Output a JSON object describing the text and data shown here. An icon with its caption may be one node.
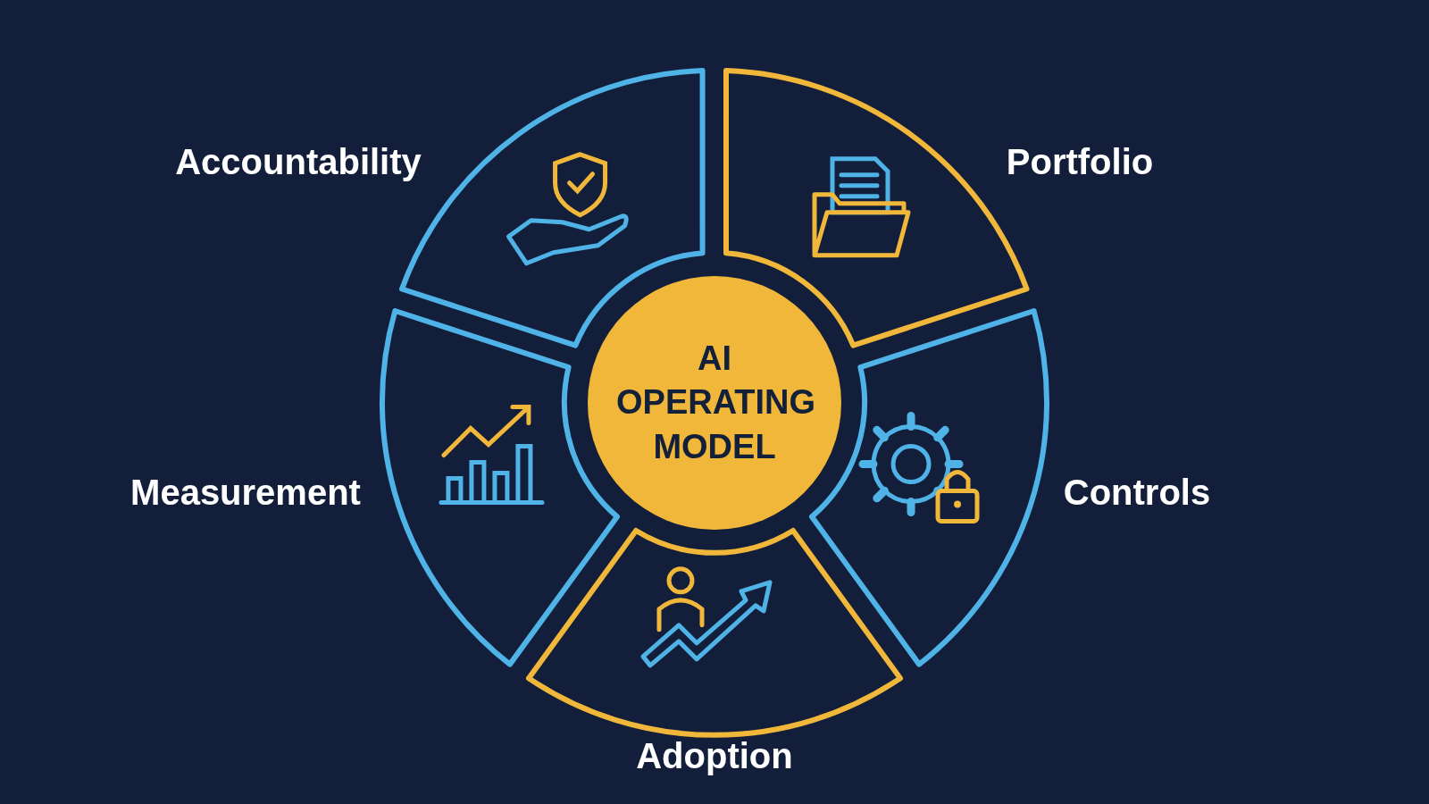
{
  "diagram": {
    "nodes": [
      {
        "text": [
          "AI OPERATING MODEL"
        ]
      },
      {
        "text": [
          "Accountability"
        ]
      },
      {
        "text": [
          "Portfolio"
        ]
      },
      {
        "text": [
          "Controls"
        ]
      },
      {
        "text": [
          "Adoption"
        ]
      },
      {
        "text": [
          "Measurement"
        ]
      }
    ]
  }
}
